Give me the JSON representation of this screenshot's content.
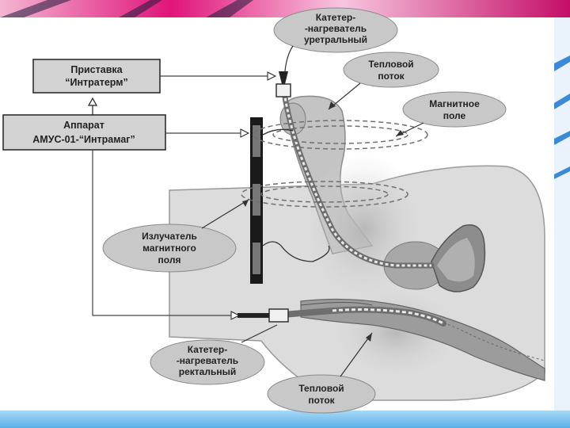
{
  "boxes": {
    "pristavka_line1": "Приставка",
    "pristavka_line2": "“Интратерм”",
    "apparat_line1": "Аппарат",
    "apparat_line2": "АМУС-01-“Интрамаг”"
  },
  "callouts": {
    "urethral_line1": "Катетер-",
    "urethral_line2": "-нагреватель",
    "urethral_line3": "уретральный",
    "heat_top_line1": "Тепловой",
    "heat_top_line2": "поток",
    "magnetic_line1": "Магнитное",
    "magnetic_line2": "поле",
    "emitter_line1": "Излучатель",
    "emitter_line2": "магнитного",
    "emitter_line3": "поля",
    "rectal_line1": "Катетер-",
    "rectal_line2": "-нагреватель",
    "rectal_line3": "ректальный",
    "heat_bottom_line1": "Тепловой",
    "heat_bottom_line2": "поток"
  },
  "colors": {
    "frame_top": "#e0147a",
    "frame_bottom": "#5ab0e8",
    "right_band": "#3b8ad8",
    "anatomy_fill": "#dcdcdc",
    "callout_fill": "#c8c8c8",
    "box_fill": "#d2d2d2"
  }
}
